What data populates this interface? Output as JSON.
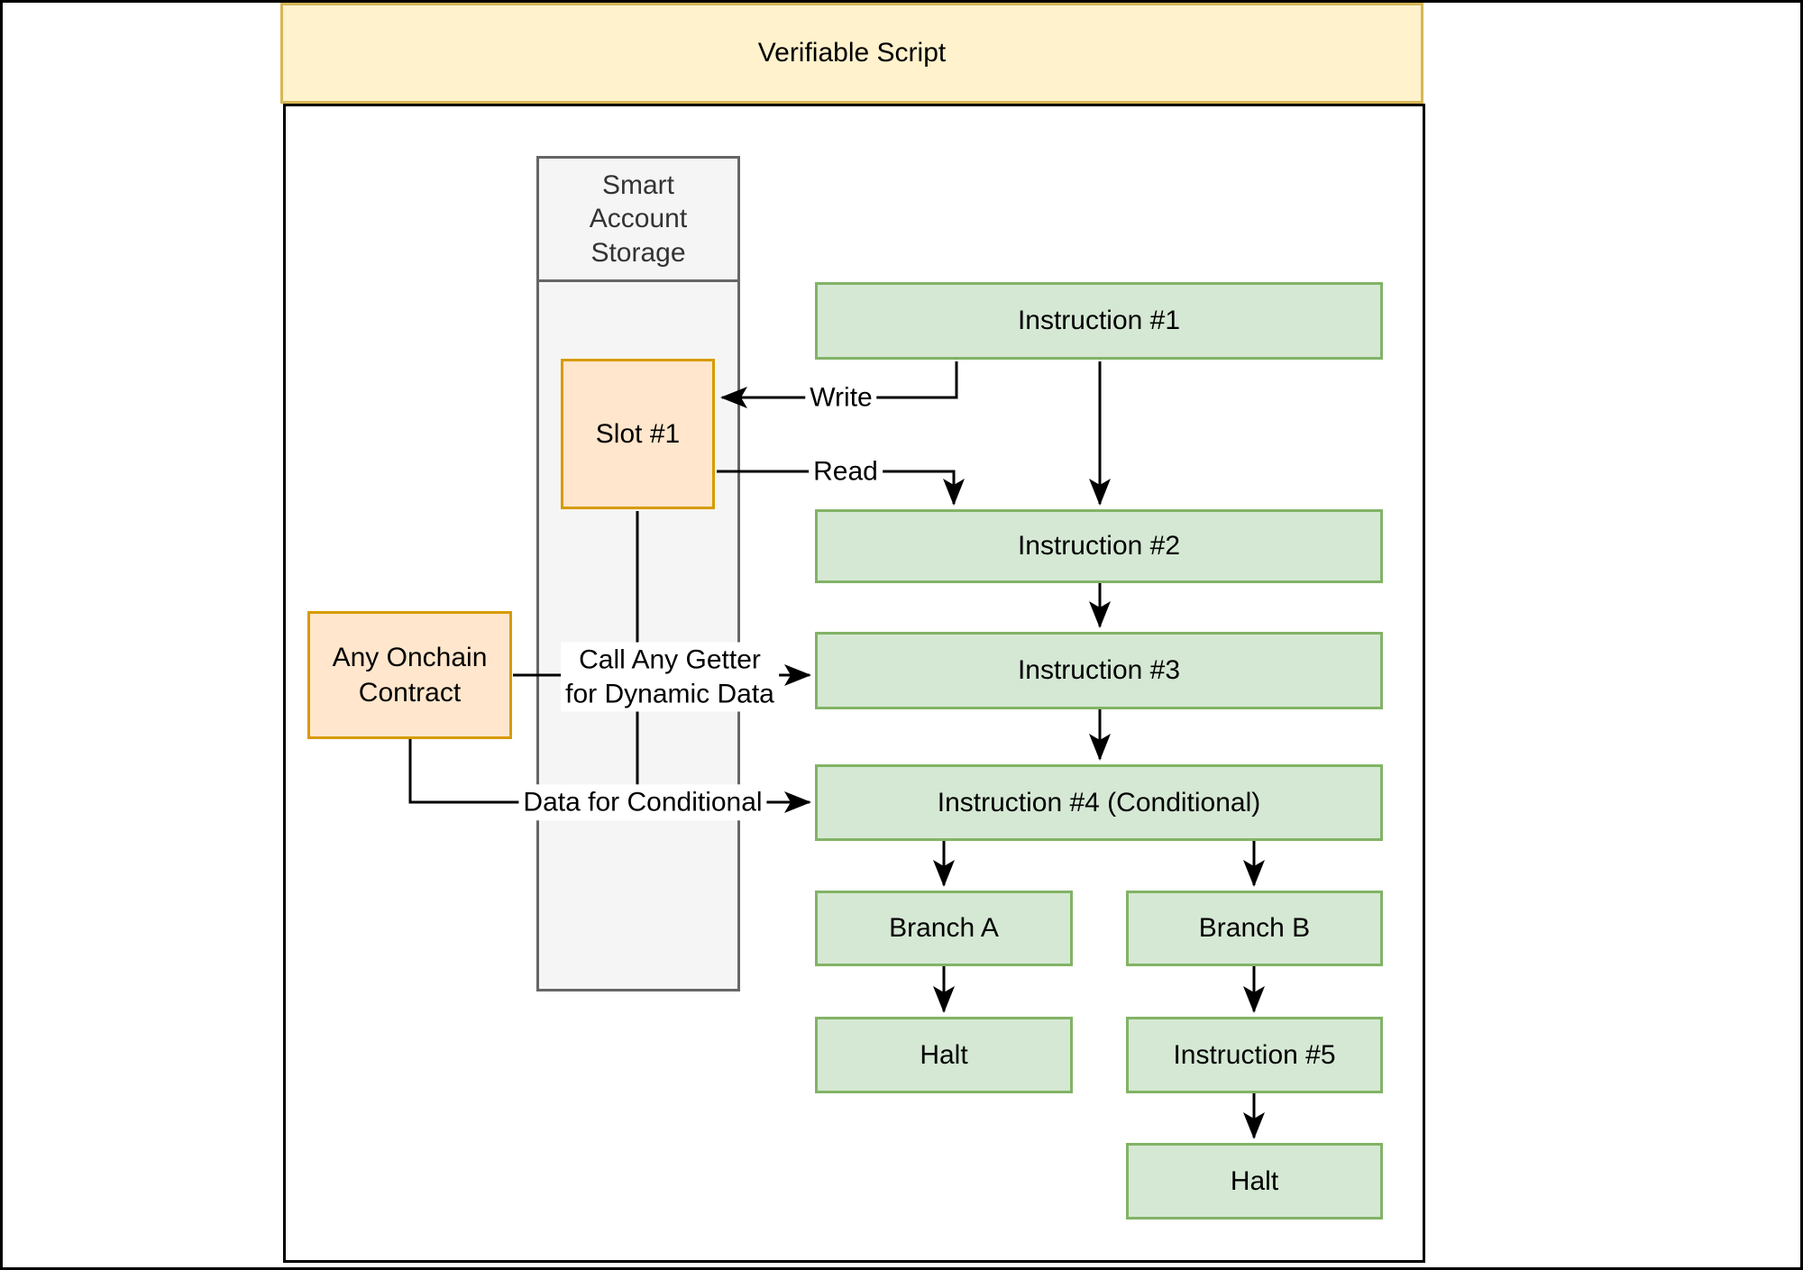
{
  "title_bar": {
    "label": "Verifiable Script"
  },
  "storage": {
    "header": "Smart Account Storage",
    "slot1": "Slot #1"
  },
  "contract": {
    "label": "Any Onchain Contract"
  },
  "instructions": {
    "i1": "Instruction #1",
    "i2": "Instruction #2",
    "i3": "Instruction #3",
    "i4": "Instruction #4 (Conditional)",
    "branch_a": "Branch A",
    "branch_b": "Branch B",
    "halt_a": "Halt",
    "i5": "Instruction #5",
    "halt_b": "Halt"
  },
  "edge_labels": {
    "write": "Write",
    "read": "Read",
    "getter_line1": "Call Any Getter",
    "getter_line2": "for Dynamic Data",
    "conditional": "Data for Conditional"
  },
  "colors": {
    "title_fill": "#FFF2CC",
    "title_border": "#D6B656",
    "storage_fill": "#F5F5F5",
    "storage_border": "#666666",
    "slot_fill": "#FFE6CC",
    "slot_border": "#D79B00",
    "instruction_fill": "#D5E8D4",
    "instruction_border": "#82B366",
    "edge_color": "#000000"
  }
}
